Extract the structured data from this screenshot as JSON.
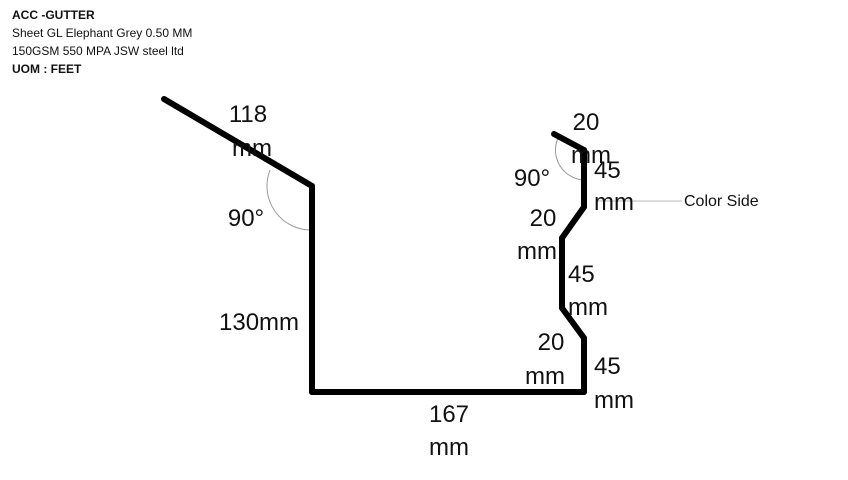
{
  "header": {
    "title": "ACC -GUTTER",
    "line1": "Sheet GL Elephant Grey 0.50 MM",
    "line2": "150GSM 550 MPA JSW steel ltd",
    "uom": "UOM : FEET"
  },
  "dimensions": {
    "d118": {
      "value": "118",
      "unit": "mm"
    },
    "d130": "130mm",
    "d167": {
      "value": "167",
      "unit": "mm"
    },
    "d20_top": {
      "value": "20",
      "unit": "mm"
    },
    "d45_upper": {
      "value": "45",
      "unit": "mm"
    },
    "d20_upper": {
      "value": "20",
      "unit": "mm"
    },
    "d45_mid": {
      "value": "45",
      "unit": "mm"
    },
    "d20_lower": {
      "value": "20",
      "unit": "mm"
    },
    "d45_lower": {
      "value": "45",
      "unit": "mm"
    }
  },
  "angles": {
    "left": "90°",
    "right": "90°"
  },
  "color_side_label": "Color Side"
}
